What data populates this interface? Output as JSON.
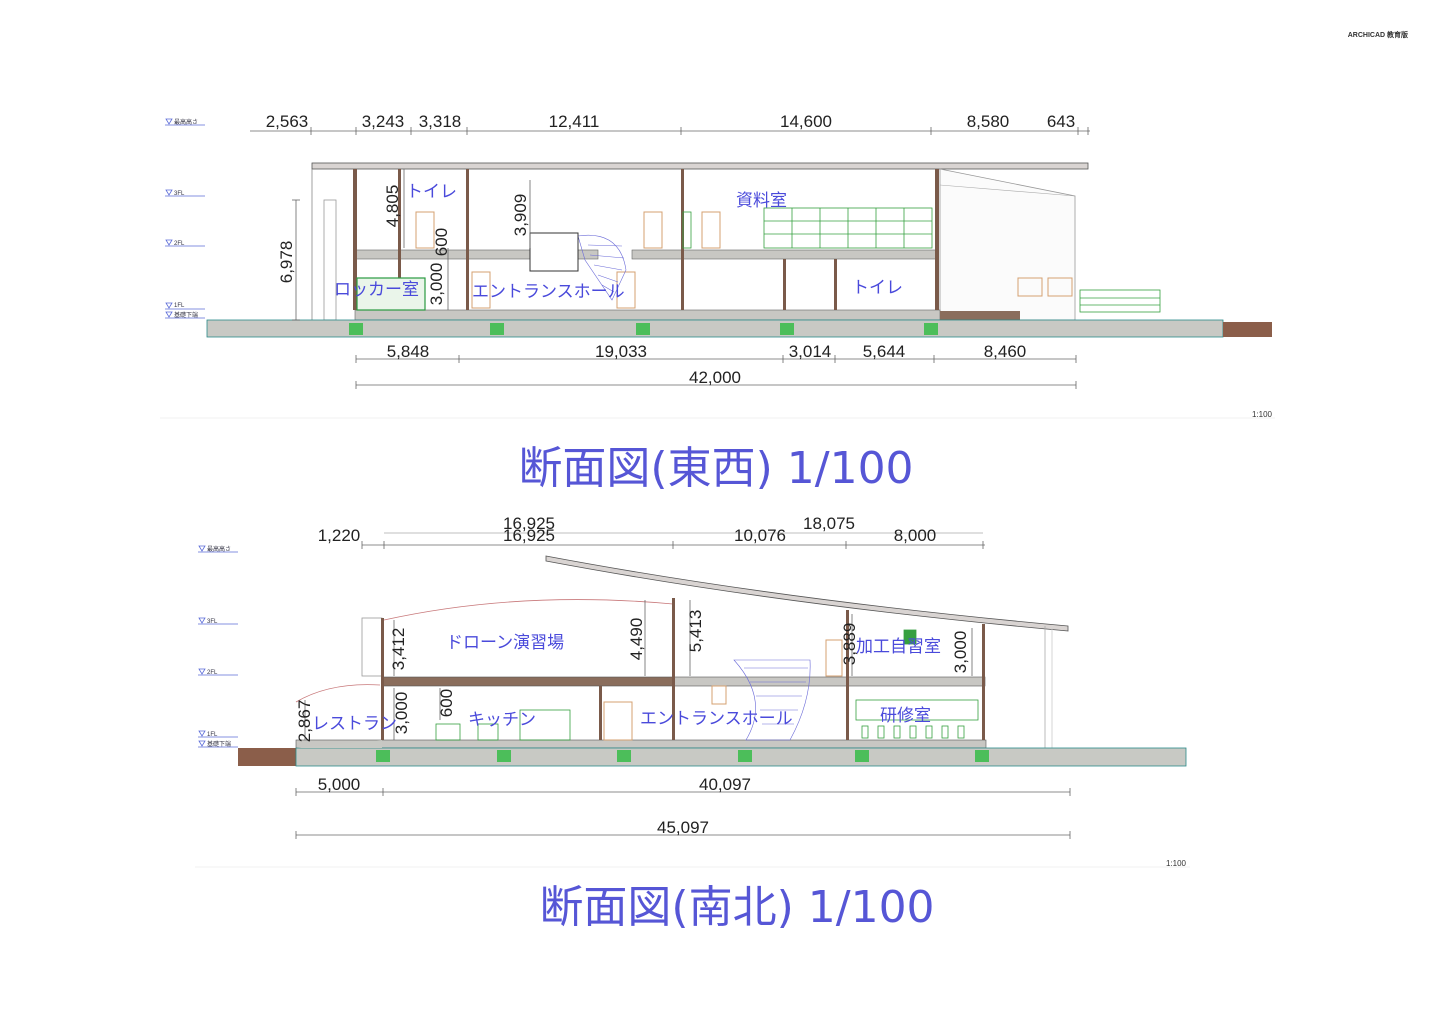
{
  "header": {
    "watermark": "ARCHICAD 教育版"
  },
  "levels": {
    "max_height": "最高高さ",
    "fl3": "3FL",
    "fl2": "2FL",
    "fl1": "1FL",
    "footing": "基礎下端"
  },
  "section_ew": {
    "title": "断面図(東西) 1/100",
    "scale": "1:100",
    "dims_top": [
      "2,563",
      "3,243",
      "3,318",
      "12,411",
      "14,600",
      "8,580",
      "643"
    ],
    "dims_bottom": [
      "5,848",
      "19,033",
      "3,014",
      "5,644",
      "8,460"
    ],
    "total": "42,000",
    "vert_dims": [
      "6,978",
      "4,805",
      "600",
      "3,000",
      "3,909"
    ],
    "rooms": {
      "toilet": "トイレ",
      "archive": "資料室",
      "locker": "ロッカー室",
      "entrance": "エントランスホール"
    }
  },
  "section_ns": {
    "title": "断面図(南北) 1/100",
    "scale": "1:100",
    "dims_top": [
      "1,220",
      "16,925",
      "16,925",
      "10,076",
      "18,075",
      "8,000"
    ],
    "dims_bottom": [
      "5,000",
      "40,097"
    ],
    "total": "45,097",
    "vert_dims": [
      "3,412",
      "4,490",
      "5,413",
      "3,889",
      "3,000",
      "2,867",
      "3,000",
      "600"
    ],
    "rooms": {
      "drone": "ドローン演習場",
      "workshop": "加工自習室",
      "restaurant": "レストラン",
      "kitchen": "キッチン",
      "entrance": "エントランスホール",
      "training": "研修室"
    }
  }
}
